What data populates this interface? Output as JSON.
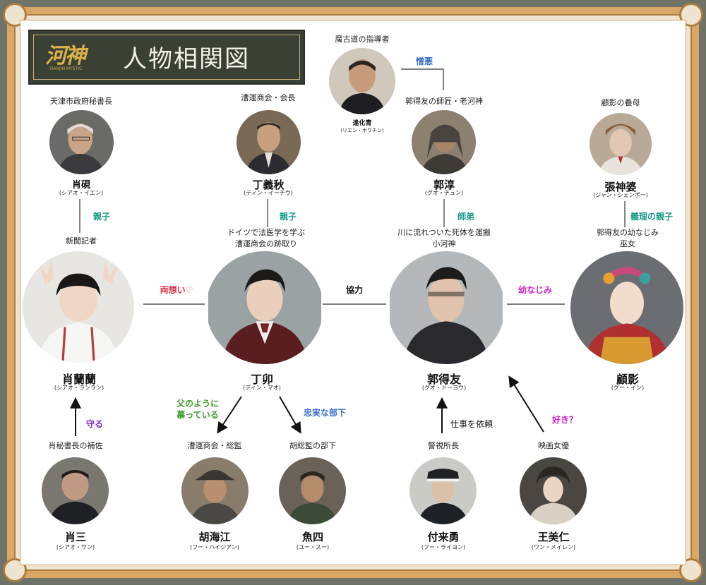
{
  "title": {
    "logo": "河神",
    "logo_sub": "TIANJIN MYSTIC",
    "main": "人物相関図"
  },
  "colors": {
    "teal": "#1a9a86",
    "red": "#e0304a",
    "blue": "#3a6fc8",
    "magenta": "#d020c8",
    "green": "#3c9a2a",
    "purple": "#7a2ac0",
    "black": "#111111"
  },
  "characters": {
    "lanlan": {
      "name": "肖蘭蘭",
      "reading": "(シアオ・ランラン)",
      "role": "新聞記者"
    },
    "dingmao": {
      "name": "丁卯",
      "reading": "(ディン・マオ)",
      "role": "ドイツで法医学を学ぶ\n漕運商会の跡取り"
    },
    "guodeyou": {
      "name": "郭得友",
      "reading": "(グオ・ドーヨウ)",
      "role": "川に流れついた死体を運搬\n小河神"
    },
    "guying": {
      "name": "顧影",
      "reading": "(グー・イン)",
      "role": "郭得友の幼なじみ\n巫女"
    },
    "xiaoyan": {
      "name": "肖硯",
      "reading": "(シアオ・イエン)",
      "role": "天津市政府秘書長"
    },
    "dingyiqiu": {
      "name": "丁義秋",
      "reading": "(ディン・イーチウ)",
      "role": "漕運商会・会長"
    },
    "lianhuaqing": {
      "name": "逢化青",
      "reading": "(リエン・ホワチン)",
      "role": "魔古道の指導者"
    },
    "guochun": {
      "name": "郭淳",
      "reading": "(グオ・チュン)",
      "role": "郭得友の師匠・老河神"
    },
    "zhangshenpo": {
      "name": "張神婆",
      "reading": "(ジャン・シェンポー)",
      "role": "顧影の養母"
    },
    "xiaosan": {
      "name": "肖三",
      "reading": "(シアオ・サン)",
      "role": "肖秘書長の補佐"
    },
    "huhaijiang": {
      "name": "胡海江",
      "reading": "(フー・ハイジアン)",
      "role": "漕運商会・総監"
    },
    "yusi": {
      "name": "魚四",
      "reading": "(ユー・スー)",
      "role": "胡総監の部下"
    },
    "fulaiyong": {
      "name": "付来勇",
      "reading": "(フー・ライヨン)",
      "role": "警視所長"
    },
    "wangmeiren": {
      "name": "王美仁",
      "reading": "(ワン・メイレン)",
      "role": "映画女優"
    }
  },
  "relations": {
    "xiaoyan_lanlan": "親子",
    "dingyiqiu_dingmao": "親子",
    "guochun_guodeyou": "師弟",
    "zhang_guying": "義理の親子",
    "lanlan_dingmao": "両想い♡",
    "dingmao_guodeyou": "協力",
    "guodeyou_guying": "幼なじみ",
    "lianhua_guochun": "憎悪",
    "xiaosan_lanlan": "守る",
    "dingmao_hu": "父のように\n慕っている",
    "dingmao_yusi": "忠実な部下",
    "fu_guodeyou": "仕事を依頼",
    "wang_guodeyou": "好き？"
  }
}
